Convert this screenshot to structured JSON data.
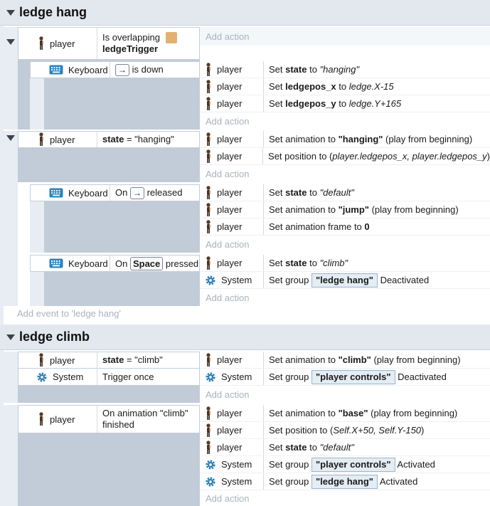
{
  "groups": [
    {
      "title": "ledge hang"
    },
    {
      "title": "ledge climb"
    }
  ],
  "objects": {
    "player": "player",
    "keyboard": "Keyboard",
    "system": "System"
  },
  "add_action": "Add action",
  "add_event_ledge_hang": "Add event to 'ledge hang'",
  "e1": {
    "cond_text": "Is overlapping",
    "cond_target": "ledgeTrigger",
    "sub": {
      "key": "→",
      "suffix": "is down"
    },
    "actions": [
      {
        "pre": "Set ",
        "var": "state",
        "mid": " to ",
        "val": "\"hanging\""
      },
      {
        "pre": "Set ",
        "var": "ledgepos_x",
        "mid": " to ",
        "val": "ledge.X-15"
      },
      {
        "pre": "Set ",
        "var": "ledgepos_y",
        "mid": " to ",
        "val": "ledge.Y+165"
      }
    ]
  },
  "e2": {
    "cond_var": "state",
    "cond_op": " = \"hanging\"",
    "a1": {
      "pre": "Set animation to ",
      "val": "\"hanging\"",
      "post": " (play from beginning)"
    },
    "a2": {
      "pre": "Set position to (",
      "val": "player.ledgepos_x, player.ledgepos_y",
      "post": ")"
    },
    "sub1": {
      "pre": "On",
      "key": "→",
      "post": "released",
      "a1": {
        "pre": "Set ",
        "var": "state",
        "mid": " to ",
        "val": "\"default\""
      },
      "a2": {
        "pre": "Set animation to ",
        "val": "\"jump\"",
        "post": " (play from beginning)"
      },
      "a3": {
        "pre": "Set animation frame to ",
        "val": "0"
      }
    },
    "sub2": {
      "pre": "On",
      "key": "Space",
      "post": "pressed",
      "a1": {
        "pre": "Set ",
        "var": "state",
        "mid": " to ",
        "val": "\"climb\""
      },
      "a2": {
        "pre": "Set group ",
        "val": "\"ledge hang\"",
        "post": " Deactivated"
      }
    }
  },
  "e3": {
    "c1_var": "state",
    "c1_op": " = \"climb\"",
    "c2": "Trigger once",
    "a1": {
      "pre": "Set animation to ",
      "val": "\"climb\"",
      "post": " (play from beginning)"
    },
    "a2": {
      "pre": "Set group ",
      "val": "\"player controls\"",
      "post": " Deactivated"
    }
  },
  "e4": {
    "cond_l1": "On animation \"climb\"",
    "cond_l2": "finished",
    "a1": {
      "pre": "Set animation to ",
      "val": "\"base\"",
      "post": " (play from beginning)"
    },
    "a2": {
      "pre": "Set position to (",
      "val": "Self.X+50, Self.Y-150",
      "post": ")"
    },
    "a3": {
      "pre": "Set ",
      "var": "state",
      "mid": " to ",
      "val": "\"default\""
    },
    "a4": {
      "pre": "Set group ",
      "val": "\"player controls\"",
      "post": " Activated"
    },
    "a5": {
      "pre": "Set group ",
      "val": "\"ledge hang\"",
      "post": " Activated"
    }
  }
}
